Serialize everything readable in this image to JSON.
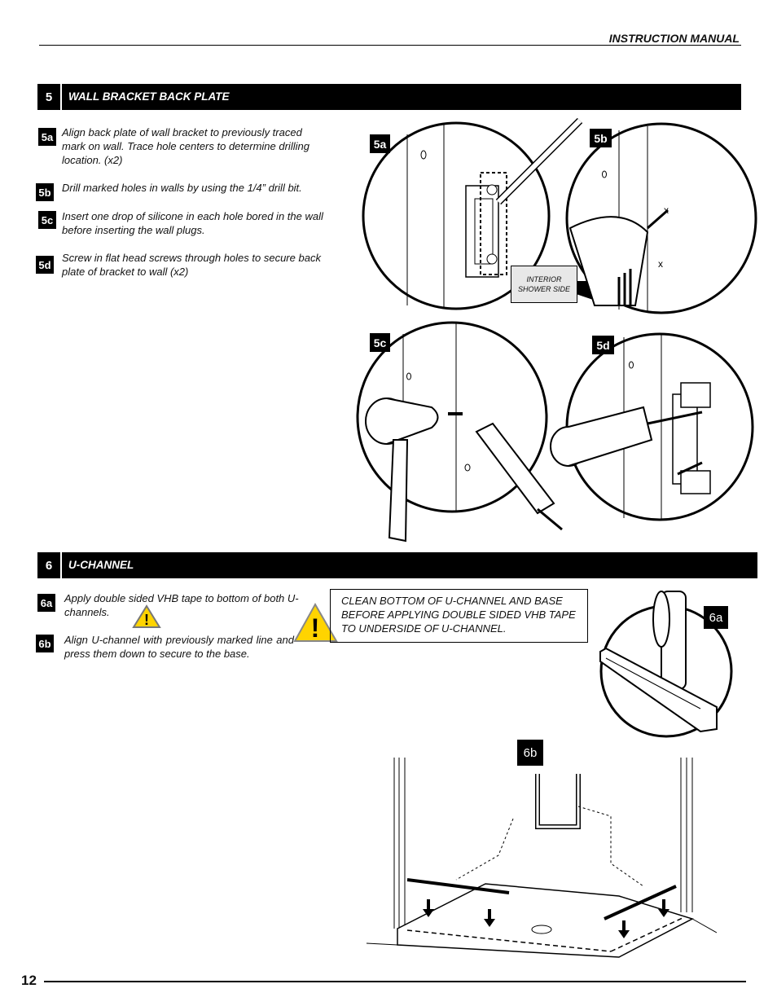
{
  "header": {
    "title": "INSTRUCTION MANUAL"
  },
  "section5": {
    "number": "5",
    "title": "WALL BRACKET BACK PLATE",
    "steps": [
      {
        "badge": "5a",
        "text": "Align back plate of wall bracket to previously traced mark on wall. Trace hole centers to determine drilling location. (x2)"
      },
      {
        "badge": "5b",
        "text": "Drill marked holes in walls by using the 1/4” drill bit."
      },
      {
        "badge": "5c",
        "text": "Insert one drop of silicone in each hole bored in the wall before inserting the wall plugs."
      },
      {
        "badge": "5d",
        "text": "Screw in flat head screws through holes to secure back plate of bracket to wall (x2)"
      }
    ],
    "figures": {
      "fig_5a": "5a",
      "fig_5b": "5b",
      "fig_5c": "5c",
      "fig_5d": "5d",
      "label": "INTERIOR SHOWER SIDE"
    }
  },
  "section6": {
    "number": "6",
    "title": "U-CHANNEL",
    "steps": [
      {
        "badge": "6a",
        "text": "Apply double sided VHB tape to bottom of both U-channels."
      },
      {
        "badge": "6b",
        "text": "Align U-channel with previously marked line and press them down to secure to the base."
      }
    ],
    "note": "CLEAN BOTTOM OF U-CHANNEL AND BASE BEFORE APPLYING DOUBLE SIDED VHB TAPE TO UNDERSIDE OF U-CHANNEL.",
    "warning_glyph": "!",
    "figures": {
      "fig_6a": "6a",
      "fig_6b": "6b"
    }
  },
  "footer": {
    "page_number": "12"
  }
}
